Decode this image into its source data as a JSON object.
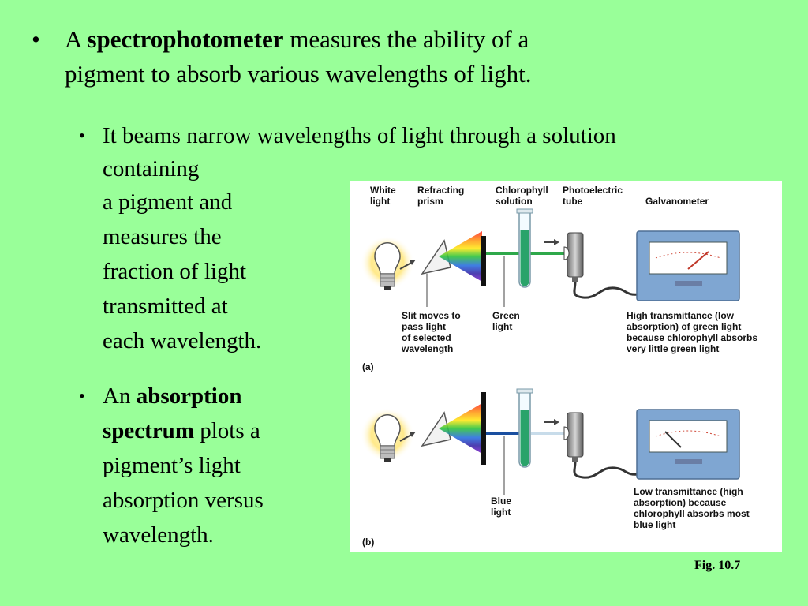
{
  "bullet_main": {
    "prefix": "A ",
    "term": "spectrophotometer",
    "suffix": " measures the ability of a",
    "line2": "pigment to absorb various wavelengths of light."
  },
  "sub1": {
    "lines": [
      "It beams narrow wavelengths of light through a solution",
      "containing",
      "a pigment and",
      "measures the",
      "fraction of light",
      "transmitted at",
      "each wavelength."
    ]
  },
  "sub2": {
    "prefix": "An ",
    "term1": "absorption",
    "term2": "spectrum",
    "suffix": " plots a",
    "lines": [
      "pigment’s light",
      "absorption versus",
      "wavelength."
    ]
  },
  "bullet_symbol": "•",
  "figure": {
    "labels": {
      "white_light": [
        "White",
        "light"
      ],
      "refracting_prism": [
        "Refracting",
        "prism"
      ],
      "chlorophyll_solution": [
        "Chlorophyll",
        "solution"
      ],
      "photoelectric_tube": [
        "Photoelectric",
        "tube"
      ],
      "galvanometer": "Galvanometer",
      "slit": [
        "Slit moves to",
        "pass light",
        "of selected",
        "wavelength"
      ],
      "green_light": [
        "Green",
        "light"
      ],
      "blue_light": [
        "Blue",
        "light"
      ],
      "high_transmittance": [
        "High transmittance (low",
        "absorption) of green light",
        "because chlorophyll absorbs",
        "very little green light"
      ],
      "low_transmittance": [
        "Low transmittance (high",
        "absorption) because",
        "chlorophyll absorbs most",
        "blue light"
      ],
      "panel_a": "(a)",
      "panel_b": "(b)"
    },
    "colors": {
      "green_beam": "#2ea84a",
      "blue_beam": "#1a4fa0",
      "meter_case": "#7fa6d2",
      "solution": "#2aa36a"
    }
  },
  "caption": "Fig. 10.7"
}
